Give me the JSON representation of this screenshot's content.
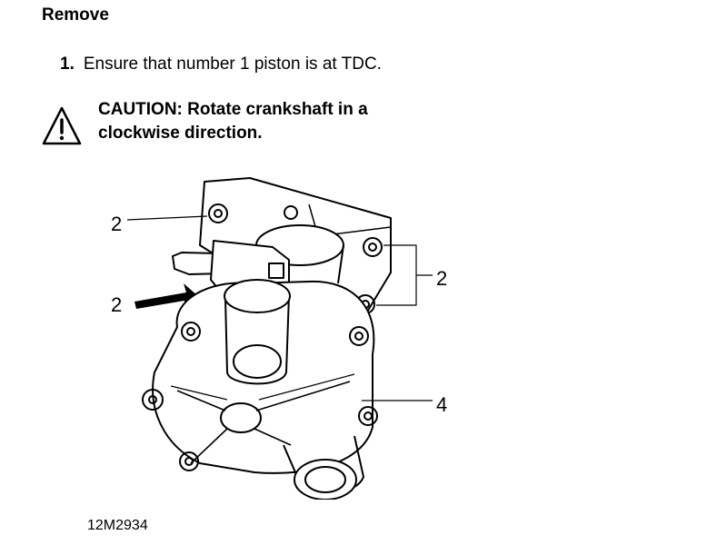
{
  "section": {
    "heading": "Remove"
  },
  "step": {
    "number": "1.",
    "text": "Ensure that number 1 piston is at TDC."
  },
  "caution": {
    "icon": "warning-triangle-icon",
    "text": "CAUTION: Rotate crankshaft in a clockwise direction."
  },
  "figure": {
    "callouts": [
      "2",
      "2",
      "2",
      "4"
    ],
    "id": "12M2934"
  }
}
